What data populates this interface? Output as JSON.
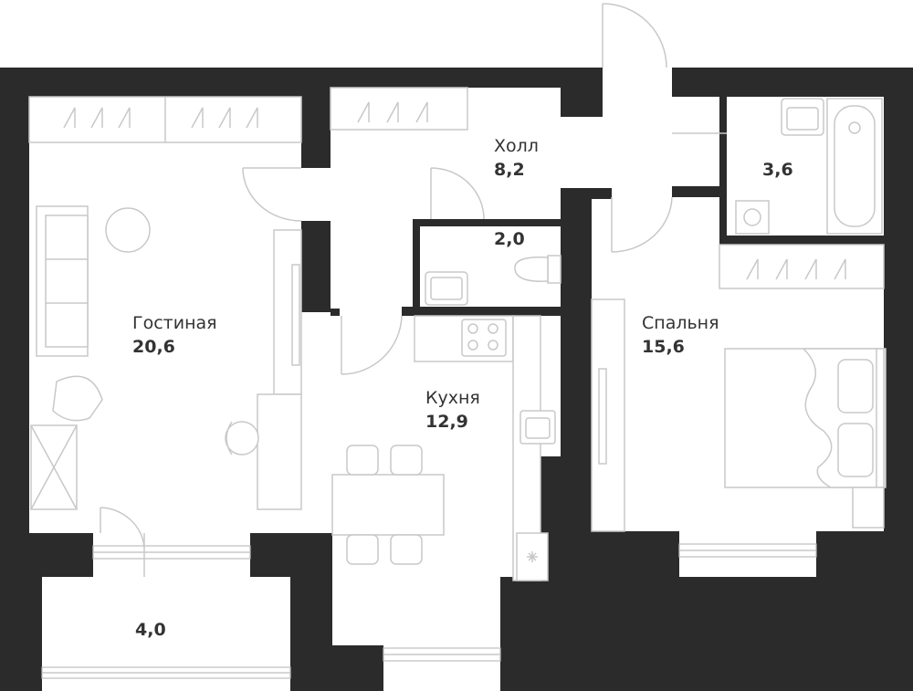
{
  "rooms": {
    "living": {
      "name": "Гостиная",
      "area": "20,6"
    },
    "hall": {
      "name": "Холл",
      "area": "8,2"
    },
    "kitchen": {
      "name": "Кухня",
      "area": "12,9"
    },
    "bedroom": {
      "name": "Спальня",
      "area": "15,6"
    },
    "bathroom": {
      "area": "3,6"
    },
    "wc": {
      "area": "2,0"
    },
    "balcony": {
      "area": "4,0"
    }
  },
  "colors": {
    "wall": "#2b2b2b",
    "furniture": "#c8c8c8",
    "text": "#333333",
    "background": "#ffffff"
  }
}
